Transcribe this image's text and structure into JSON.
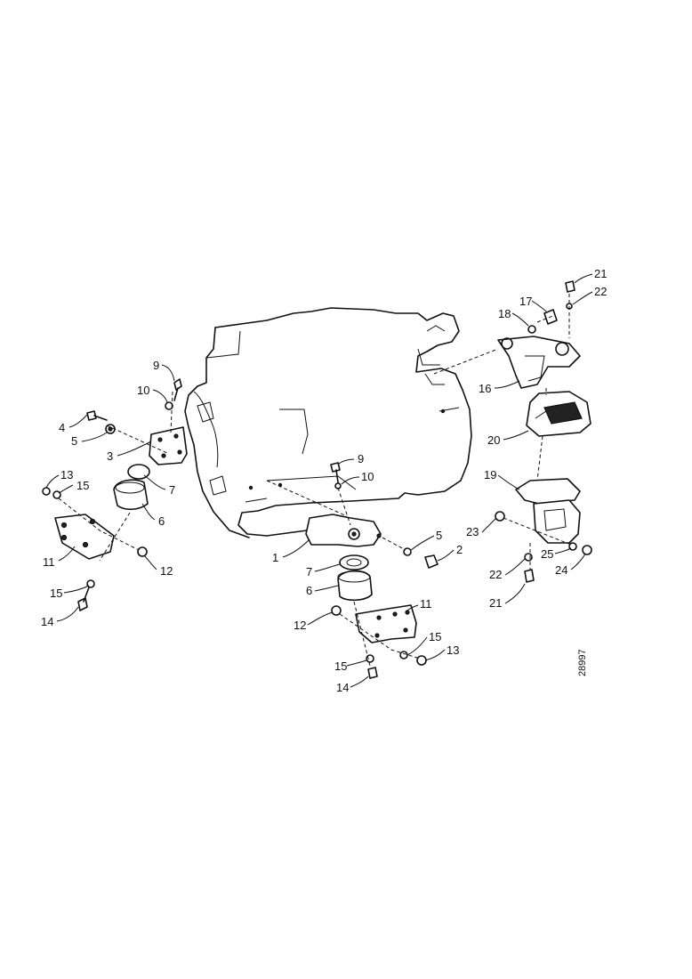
{
  "reference_number": "28997",
  "callouts": {
    "l_9_a": "9",
    "l_10_a": "10",
    "l_4_a": "4",
    "l_5_a": "5",
    "l_3": "3",
    "l_7_a": "7",
    "l_6_a": "6",
    "l_13_a": "13",
    "l_15_a": "15",
    "l_11_a": "11",
    "l_12_a": "12",
    "l_15_b": "15",
    "l_14_a": "14",
    "l_9_b": "9",
    "l_10_b": "10",
    "l_1": "1",
    "l_5_b": "5",
    "l_2": "2",
    "l_7_b": "7",
    "l_6_b": "6",
    "l_11_b": "11",
    "l_12_b": "12",
    "l_15_c": "15",
    "l_13_b": "13",
    "l_15_d": "15",
    "l_14_b": "14",
    "l_21_a": "21",
    "l_22_a": "22",
    "l_17": "17",
    "l_18": "18",
    "l_16": "16",
    "l_20": "20",
    "l_19": "19",
    "l_23": "23",
    "l_25": "25",
    "l_24": "24",
    "l_22_b": "22",
    "l_21_b": "21"
  }
}
